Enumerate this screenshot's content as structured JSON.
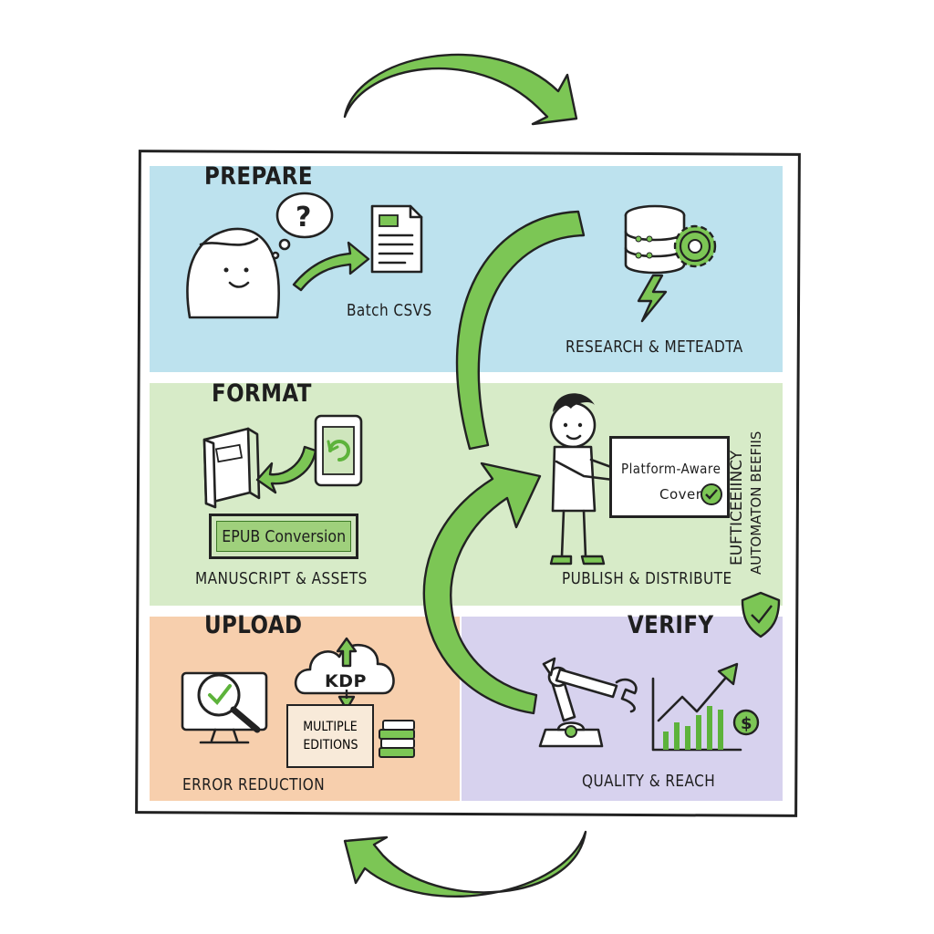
{
  "sections": {
    "prepare": {
      "title": "PREPARE",
      "caption": "Batch CSVS",
      "label": "RESEARCH & METEADTA"
    },
    "format": {
      "title": "FORMAT",
      "button": "EPUB Conversion",
      "caption": "MANUSCRIPT & ASSETS"
    },
    "publish": {
      "sign_line1": "Platform-Aware",
      "sign_line2": "Covers",
      "caption": "PUBLISH & DISTRIBUTE"
    },
    "upload": {
      "title": "UPLOAD",
      "cloud": "KDP",
      "editions_line1": "MULTIPLE",
      "editions_line2": "EDITIONS",
      "caption": "ERROR REDUCTION"
    },
    "verify": {
      "title": "VERIFY",
      "caption": "QUALITY & REACH"
    }
  },
  "side_text": {
    "line1": "EUFTICEEIINCY",
    "line2": "AUTOMATON BEEFIIS"
  },
  "icons": [
    "question-icon",
    "document-icon",
    "database-icon",
    "gear-icon",
    "lightning-icon",
    "book-icon",
    "phone-refresh-icon",
    "checkmark-icon",
    "shield-icon",
    "monitor-magnifier-icon",
    "cloud-upload-icon",
    "book-stack-icon",
    "robot-arm-icon",
    "growth-chart-icon",
    "dollar-icon"
  ],
  "colors": {
    "prepare": "#bde2ee",
    "format": "#d7ebc8",
    "upload": "#f7cfad",
    "verify": "#d7d2ee",
    "arrow": "#7cc655"
  }
}
